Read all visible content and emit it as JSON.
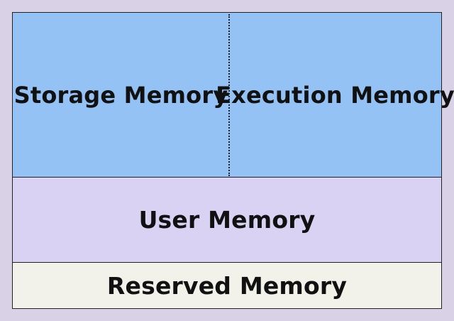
{
  "regions": {
    "storage": {
      "label": "Storage Memory"
    },
    "execution": {
      "label": "Execution Memory"
    },
    "user": {
      "label": "User Memory"
    },
    "reserved": {
      "label": "Reserved Memory"
    }
  },
  "colors": {
    "background": "#d9d2e6",
    "storage_execution_fill": "#94c2f4",
    "user_fill": "#d9d2f3",
    "reserved_fill": "#f2f2ea",
    "border": "#222222"
  }
}
